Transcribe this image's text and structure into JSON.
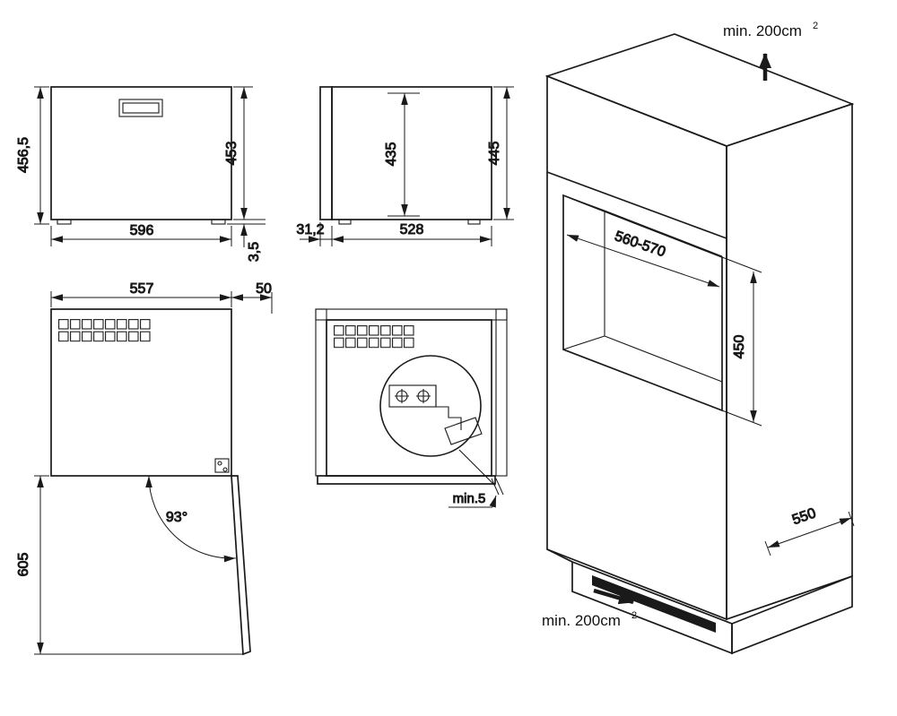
{
  "diagram": {
    "views": {
      "front": {
        "height_total": "456,5",
        "height_body": "453",
        "width": "596",
        "foot_gap": "3,5"
      },
      "side": {
        "interior_height": "435",
        "height": "445",
        "door_depth": "31,2",
        "depth": "528"
      },
      "door_open": {
        "width": "557",
        "clearance": "50",
        "opening_angle": "93°",
        "swing_depth": "605"
      },
      "top": {
        "side_gap": "min.5"
      },
      "cabinet": {
        "vent_top_label": "min. 200cm",
        "vent_top_sup": "2",
        "niche_width": "560-570",
        "niche_height": "450",
        "cabinet_depth": "550",
        "vent_bottom_label": "min. 200cm",
        "vent_bottom_sup": "2"
      }
    }
  }
}
